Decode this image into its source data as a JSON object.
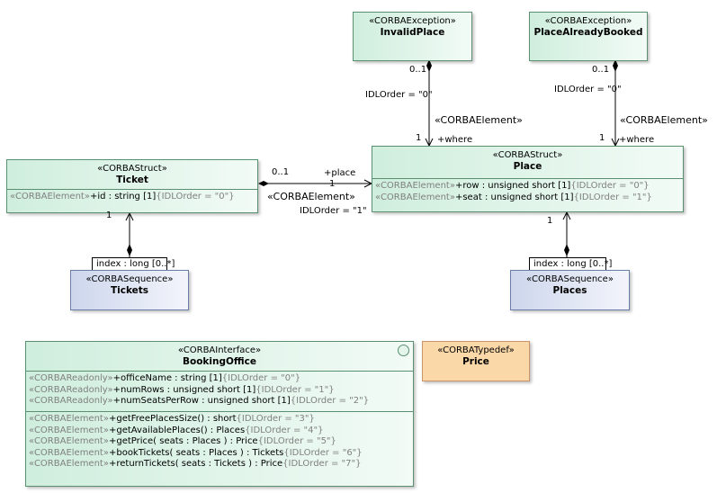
{
  "classes": {
    "invalid_place": {
      "stereotype": "«CORBAException»",
      "name": "InvalidPlace"
    },
    "place_already_booked": {
      "stereotype": "«CORBAException»",
      "name": "PlaceAlreadyBooked"
    },
    "ticket": {
      "stereotype": "«CORBAStruct»",
      "name": "Ticket",
      "attributes": [
        {
          "stereo": "«CORBAElement»",
          "text": "+id : string [1]",
          "tag": "{IDLOrder = \"0\"}"
        }
      ]
    },
    "place": {
      "stereotype": "«CORBAStruct»",
      "name": "Place",
      "attributes": [
        {
          "stereo": "«CORBAElement»",
          "text": "+row : unsigned short [1]",
          "tag": "{IDLOrder = \"0\"}"
        },
        {
          "stereo": "«CORBAElement»",
          "text": "+seat : unsigned short [1]",
          "tag": "{IDLOrder = \"1\"}"
        }
      ]
    },
    "tickets": {
      "stereotype": "«CORBASequence»",
      "name": "Tickets",
      "qualifier": "index : long [0..*]"
    },
    "places": {
      "stereotype": "«CORBASequence»",
      "name": "Places",
      "qualifier": "index : long [0..*]"
    },
    "booking_office": {
      "stereotype": "«CORBAInterface»",
      "name": "BookingOffice",
      "attributes": [
        {
          "stereo": "«CORBAReadonly»",
          "text": "+officeName : string [1]",
          "tag": "{IDLOrder = \"0\"}"
        },
        {
          "stereo": "«CORBAReadonly»",
          "text": "+numRows : unsigned short [1]",
          "tag": "{IDLOrder = \"1\"}"
        },
        {
          "stereo": "«CORBAReadonly»",
          "text": "+numSeatsPerRow : unsigned short [1]",
          "tag": "{IDLOrder = \"2\"}"
        }
      ],
      "operations": [
        {
          "stereo": "«CORBAElement»",
          "text": "+getFreePlacesSize() : short",
          "tag": "{IDLOrder = \"3\"}"
        },
        {
          "stereo": "«CORBAElement»",
          "text": "+getAvailablePlaces() : Places",
          "tag": "{IDLOrder = \"4\"}"
        },
        {
          "stereo": "«CORBAElement»",
          "text": "+getPrice( seats : Places ) : Price",
          "tag": "{IDLOrder = \"5\"}"
        },
        {
          "stereo": "«CORBAElement»",
          "text": "+bookTickets( seats : Places ) : Tickets",
          "tag": "{IDLOrder = \"6\"}"
        },
        {
          "stereo": "«CORBAElement»",
          "text": "+returnTickets( seats : Tickets ) : Price",
          "tag": "{IDLOrder = \"7\"}"
        }
      ]
    },
    "price": {
      "stereotype": "«CORBATypedef»",
      "name": "Price"
    }
  },
  "associations": {
    "invalid_place_where": {
      "multiplicity_top": "0..1",
      "multiplicity_bottom": "1",
      "tag": "IDLOrder = \"0\"",
      "stereotype": "«CORBAElement»",
      "role": "+where"
    },
    "booked_where": {
      "multiplicity_top": "0..1",
      "multiplicity_bottom": "1",
      "tag": "IDLOrder = \"0\"",
      "stereotype": "«CORBAElement»",
      "role": "+where"
    },
    "ticket_place": {
      "multiplicity_left": "0..1",
      "multiplicity_right": "1",
      "role": "+place",
      "stereotype": "«CORBAElement»",
      "tag": "IDLOrder = \"1\""
    },
    "tickets_ticket": {
      "multiplicity": "1"
    },
    "places_place": {
      "multiplicity": "1"
    }
  }
}
